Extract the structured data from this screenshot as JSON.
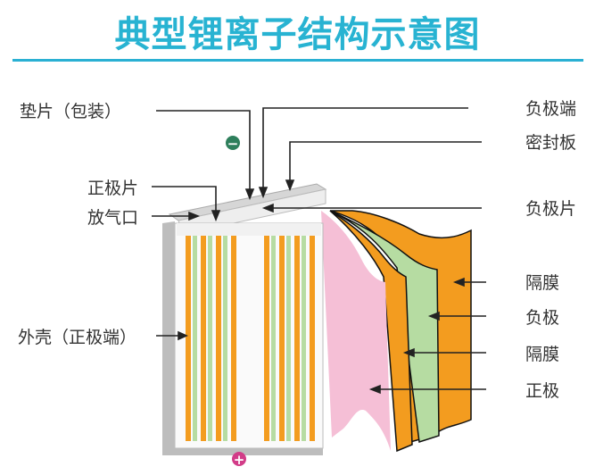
{
  "title": "典型锂离子结构示意图",
  "labels_left": {
    "gasket": "垫片（包装）",
    "positive_tab": "正极片",
    "vent": "放气口",
    "shell": "外壳（正极端）"
  },
  "labels_right": {
    "negative_terminal": "负极端",
    "seal_plate": "密封板",
    "negative_tab": "负极片",
    "separator_outer": "隔膜",
    "negative_electrode": "负极",
    "separator_inner": "隔膜",
    "positive_electrode": "正极"
  },
  "symbols": {
    "negative": "−",
    "positive": "+"
  },
  "colors": {
    "title": "#28b3d2",
    "rule": "#2ab0d3",
    "shell": "#c9c9c9",
    "orange": "#f39c1f",
    "green": "#b6dca2",
    "pink": "#f5bfd6",
    "negative_symbol": "#2e7f5c",
    "positive_symbol": "#d23c88"
  }
}
